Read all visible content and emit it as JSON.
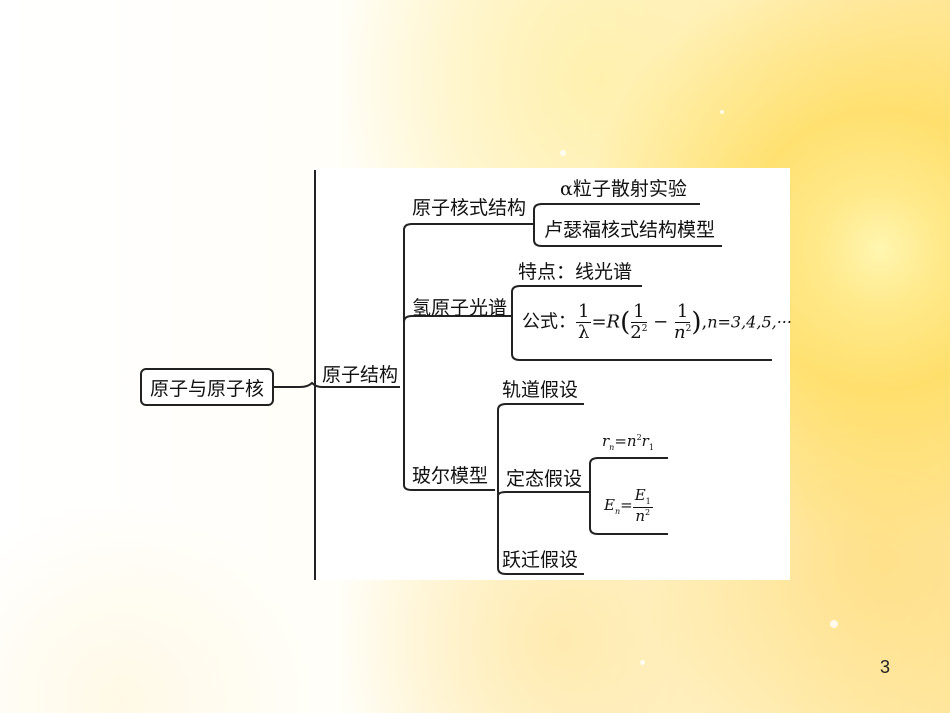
{
  "root": "原子与原子核",
  "level1": "原子结构",
  "branches": {
    "nucleus": {
      "label": "原子核式结构",
      "children": [
        "α粒子散射实验",
        "卢瑟福核式结构模型"
      ]
    },
    "spectrum": {
      "label": "氢原子光谱",
      "feature": "特点：线光谱",
      "formula_prefix": "公式：",
      "formula_n": "n=3,4,5,···"
    },
    "bohr": {
      "label": "玻尔模型",
      "orbit": "轨道假设",
      "state": "定态假设",
      "transition": "跃迁假设"
    }
  },
  "page_number": "3"
}
